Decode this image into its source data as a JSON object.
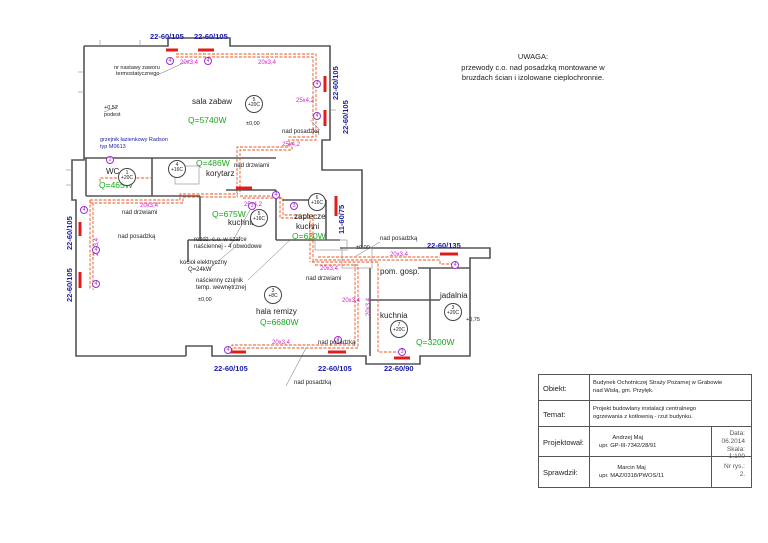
{
  "notice": {
    "title": "UWAGA:",
    "line1": "przewody c.o. nad posadzką montowane w",
    "line2": "bruzdach ścian i izolowane cieplochronnie."
  },
  "rooms": {
    "sala_zabaw": "sala zabaw",
    "wc": "WC",
    "korytarz": "korytarz",
    "kuchnia_small": "kuchnia",
    "zaplecze": "zaplecze",
    "kuchni": "kuchni",
    "hala": "hala remizy",
    "pom_gosp": "pom. gosp.",
    "kuchnia": "kuchnia",
    "jadalnia": "jadalnia"
  },
  "heat": {
    "sala": "Q=5740W",
    "korytarz": "Q=486W",
    "wc": "Q=465W",
    "kuchnia_small": "Q=675W",
    "zaplecze": "Q=620W",
    "hala": "Q=6680W",
    "jadalnia": "Q=3200W"
  },
  "temps": {
    "sala": [
      "5",
      "+20C"
    ],
    "korytarz": [
      "4",
      "+16C"
    ],
    "wc": [
      "1",
      "+20C"
    ],
    "kuchnia_small": [
      "5",
      "+16C"
    ],
    "zaplecze": [
      "6",
      "+16C"
    ],
    "hala": [
      "3",
      "+8C"
    ],
    "kuchnia": [
      "7",
      "+20C"
    ],
    "jadalnia": [
      "3",
      "+20C"
    ]
  },
  "radiators": {
    "r1": "22-60/105",
    "r2": "22-60/105",
    "r3": "22-60/105",
    "r4": "22-60/105",
    "r5": "22-60/105",
    "r6": "22-60/105",
    "r7": "11-60/75",
    "r8": "22-60/135",
    "r9": "22-60/105",
    "r10": "22-60/105",
    "r11": "22-60/90"
  },
  "pipes": {
    "p1": "20x3,4",
    "p2": "20x3,4",
    "p3": "25x4,2",
    "p4": "25x4,2",
    "p5": "20x3,4",
    "p6": "25x4,2",
    "p7": "20x3,4",
    "p8": "20x3,4",
    "p9": "20x3,4",
    "p10": "20x3,4",
    "p11": "20x3,4",
    "p12": "20x3,4"
  },
  "labels": {
    "nastawy": "nr nastawy zaworu",
    "termostat": "termostatycznego",
    "podest1": "+0,52",
    "podest2": "podest",
    "zero1": "±0,00",
    "zero2": "±0,00",
    "zero3": "±0,00",
    "plus75": "+0,75",
    "nad_posadzka1": "nad posadzką",
    "nad_posadzka2": "nad posadzką",
    "nad_posadzka3": "nad posadzką",
    "nad_posadzka4": "nad posadzką",
    "nad_posadzka5": "nad posadzką",
    "nad_drzwiami1": "nad drzwiami",
    "nad_drzwiami2": "nad drzwiami",
    "nad_drzwiami3": "nad drzwiami",
    "grzejnik1": "grzejnik łazienkowy Radson",
    "grzejnik2": "typ M0613",
    "rozdz1": "rozdz. c.o. w szafce",
    "rozdz2": "naściennej - 4 obwodowe",
    "kociol1": "kocioł elektryczny",
    "kociol2": "Q=24kW",
    "czujnik1": "naścienny czujnik",
    "czujnik2": "temp. wewnętrznej"
  },
  "circles": {
    "c1": "4",
    "c2": "4",
    "c3": "4",
    "c4": "4",
    "c5": "4",
    "c6": "2",
    "c7": "3",
    "c8": "4",
    "c9": "4",
    "c10": "3",
    "c11": "4",
    "c12": "4",
    "c13": "4",
    "c14": "3",
    "c15": "4"
  },
  "titleblock": {
    "obiekt_label": "Obiekt:",
    "obiekt_line1": "Budynek Ochotniczej Straży Pożarnej w Grabowie",
    "obiekt_line2": "nad Wisłą, gm. Przyłęk.",
    "temat_label": "Temat:",
    "temat_line1": "Projekt budowlany instalacji centralnego",
    "temat_line2": "ogrzewania z kotłownią - rzut budynku.",
    "projektowal_label": "Projektował:",
    "projektowal_name": "Andrzej Maj",
    "projektowal_lic": "upr. GP-III-7342/28/91",
    "sprawdzil_label": "Sprawdził:",
    "sprawdzil_name": "Marcin Maj",
    "sprawdzil_lic": "upr. MAZ/0318/PWOS/11",
    "data_label": "Data:",
    "data_value": "06.2014",
    "skala_label": "Skala:",
    "skala_value": "1:100",
    "nr_label": "Nr rys.:",
    "nr_value": "2."
  }
}
